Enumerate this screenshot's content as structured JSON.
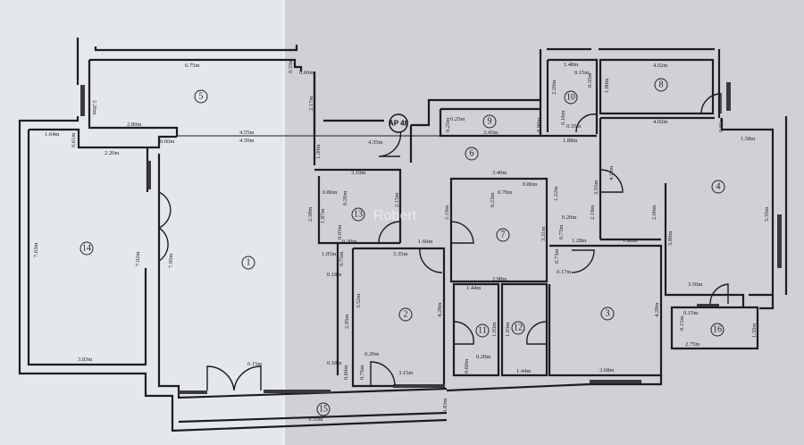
{
  "plan": {
    "apartment_badge": "AP 48",
    "watermark": "Robert",
    "rooms": [
      "1",
      "2",
      "3",
      "4",
      "5",
      "6",
      "7",
      "8",
      "9",
      "10",
      "11",
      "12",
      "13",
      "14",
      "15",
      "16"
    ],
    "dimensions": {
      "r5_top": "6.75m",
      "r5_left": "2.20m",
      "r5_bottom": "2.80m",
      "r5_a": "0.33m",
      "r5_b": "0.60m",
      "r5_right": "2.17m",
      "r14_top": "1.64m",
      "r14_a": "0.61m",
      "r14_b": "2.20m",
      "r14_c": "0.60m",
      "r14_left": "7.63m",
      "r14_right": "7.02m",
      "r14_bottom": "3.83m",
      "r1_top_a": "4.55m",
      "r1_top_b": "4.50m",
      "r1_left": "7.95m",
      "r1_bottom": "6.15m",
      "r6_a": "4.35m",
      "r6_b": "1.30m",
      "r13_top": "3.10m",
      "r13_a": "0.86m",
      "r13_b": "0.26m",
      "r13_c": "2.38m",
      "r13_d": "1.87m",
      "r13_e": "2.15m",
      "r13_f": "0.05m",
      "r13_g": "0.30m",
      "r9_a": "0.25m",
      "r9_b": "0.25m",
      "r9_c": "3.45m",
      "r9_d": "0.90m",
      "r10_top": "1.48m",
      "r10_a": "0.15m",
      "r10_b": "0.35m",
      "r10_left": "2.20m",
      "r10_c": "0.16m",
      "r10_d": "0.35m",
      "r10_bottom": "1.88m",
      "r8_top": "4.02m",
      "r8_left": "1.80m",
      "r4_top": "4.02m",
      "r4_a": "0.90m",
      "r4_b": "1.58m",
      "r4_c": "4.13m",
      "r4_right": "5.35m",
      "r4_d": "2.00m",
      "r4_e": "3.80m",
      "r4_f": "3.50m",
      "r6_c": "3.40m",
      "r7_a": "0.70m",
      "r7_b": "0.86m",
      "r7_c": "0.23m",
      "r7_d": "1.22m",
      "r7_e": "2.19m",
      "r7_f": "2.19m",
      "r7_g": "3.55m",
      "r7_h": "0.20m",
      "r7_i": "3.31m",
      "r7_j": "0.75m",
      "r7_bottom": "2.98m",
      "r3_a": "1.28m",
      "r3_b": "1.80m",
      "r3_c": "0.73m",
      "r3_d": "0.17m",
      "r3_right": "4.28m",
      "r3_bottom": "3.68m",
      "r2_a": "1.05m",
      "r2_b": "0.75m",
      "r2_c": "0.18m",
      "r2_d": "1.60m",
      "r2_top": "3.35m",
      "r2_left": "3.52m",
      "r2_e": "2.95m",
      "r2_right": "4.28m",
      "r2_f": "0.20m",
      "r2_g": "0.18m",
      "r2_h": "0.60m",
      "r2_i": "0.76m",
      "r2_bottom": "3.15m",
      "r11_top": "1.44m",
      "r11_a": "1.03m",
      "r11_b": "0.20m",
      "r11_c": "0.60m",
      "r12_a": "1.03m",
      "r12_bottom": "1.44m",
      "r16_a": "0.15m",
      "r16_b": "0.15m",
      "r16_right": "1.35m",
      "r16_bottom": "2.75m",
      "r15_bottom": "9.10m",
      "r15_a": "0.83m"
    }
  }
}
